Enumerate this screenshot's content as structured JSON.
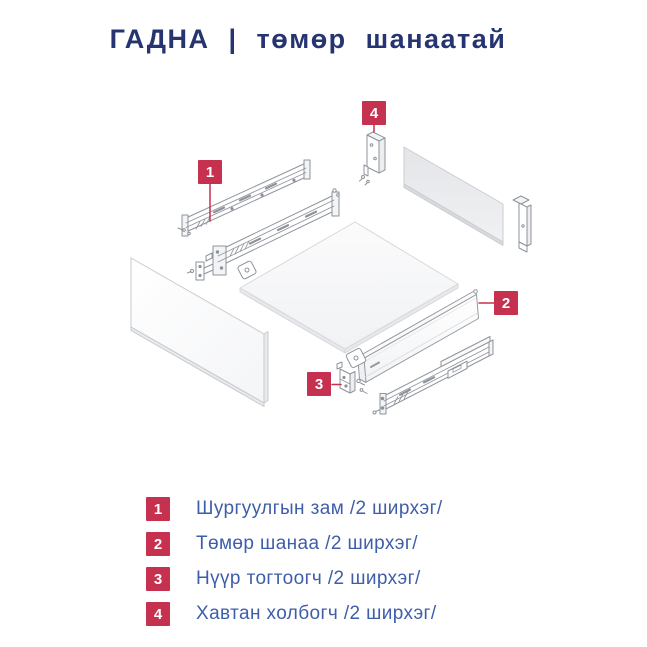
{
  "title": "ГАДНА | төмөр шанаатай",
  "colors": {
    "accent_red": "#C5314F",
    "title_navy": "#263571",
    "legend_blue": "#3E5EA9",
    "part_line_gray": "#8E939B",
    "panel_line_gray": "#C8CBD0",
    "back_panel_fill": "#E7E8EB"
  },
  "diagram": {
    "callouts": [
      {
        "num": "1"
      },
      {
        "num": "2"
      },
      {
        "num": "3"
      },
      {
        "num": "4"
      }
    ]
  },
  "legend": {
    "items": [
      {
        "num": "1",
        "label": "Шургуулгын зам /2 ширхэг/"
      },
      {
        "num": "2",
        "label": "Төмөр шанаа /2 ширхэг/"
      },
      {
        "num": "3",
        "label": "Нүүр тогтоогч /2 ширхэг/"
      },
      {
        "num": "4",
        "label": "Хавтан холбогч /2 ширхэг/"
      }
    ]
  }
}
